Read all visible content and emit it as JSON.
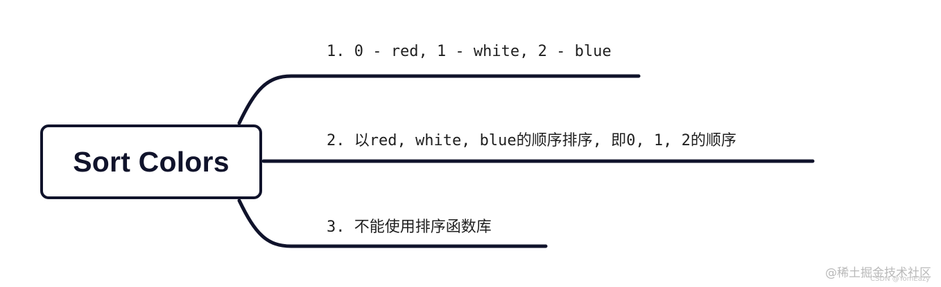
{
  "diagram": {
    "root": {
      "label": "Sort Colors"
    },
    "branches": [
      {
        "text": "1. 0 - red, 1 - white, 2 - blue"
      },
      {
        "text": "2. 以red, white, blue的顺序排序, 即0, 1, 2的顺序"
      },
      {
        "text": "3. 不能使用排序函数库"
      }
    ],
    "colors": {
      "line": "#10132b",
      "text": "#1f1f1f",
      "background": "#ffffff"
    }
  },
  "watermark": {
    "text": "@稀土掘金技术社区",
    "sub": "CSDN @YomEazy"
  }
}
